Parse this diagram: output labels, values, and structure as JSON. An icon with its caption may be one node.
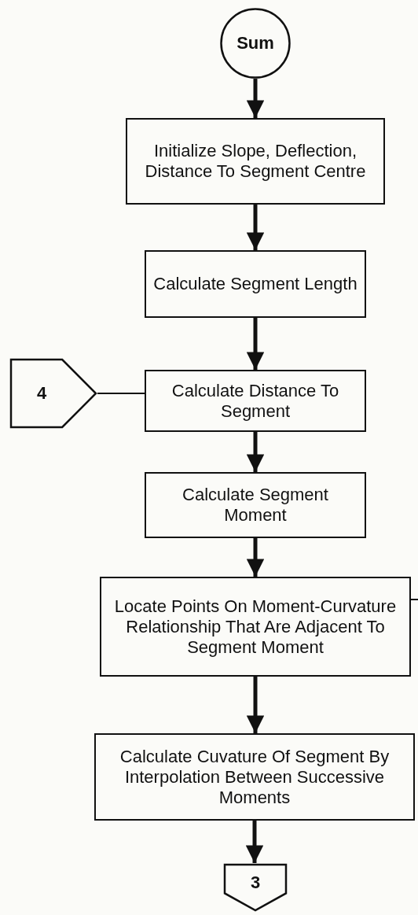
{
  "diagram": {
    "nodes": [
      {
        "text": [
          "Sum"
        ]
      },
      {
        "text": [
          "Initialize Slope, Deflection, Distance To Segment Centre"
        ]
      },
      {
        "text": [
          "Calculate Segment Length"
        ]
      },
      {
        "text": [
          "Calculate Distance To Segment"
        ]
      },
      {
        "text": [
          "Calculate Segment Moment"
        ]
      },
      {
        "text": [
          "Locate Points On Moment-Curvature Relationship That Are Adjacent To Segment Moment"
        ]
      },
      {
        "text": [
          "Calculate Cuvature Of Segment By Interpolation Between Successive Moments"
        ]
      },
      {
        "text": [
          "3"
        ]
      },
      {
        "text": [
          "4"
        ]
      }
    ],
    "edges": [
      {
        "from": 0,
        "to": 1,
        "arrow": "to"
      },
      {
        "from": 1,
        "to": 2,
        "arrow": "to"
      },
      {
        "from": 2,
        "to": 3,
        "arrow": "to"
      },
      {
        "from": 3,
        "to": 4,
        "arrow": "to"
      },
      {
        "from": 4,
        "to": 5,
        "arrow": "to"
      },
      {
        "from": 5,
        "to": 6,
        "arrow": "to"
      },
      {
        "from": 6,
        "to": 7,
        "arrow": "to"
      },
      {
        "from": 8,
        "to": 3,
        "arrow": "none"
      },
      {
        "from": 5,
        "to": null,
        "arrow": "none"
      }
    ]
  }
}
